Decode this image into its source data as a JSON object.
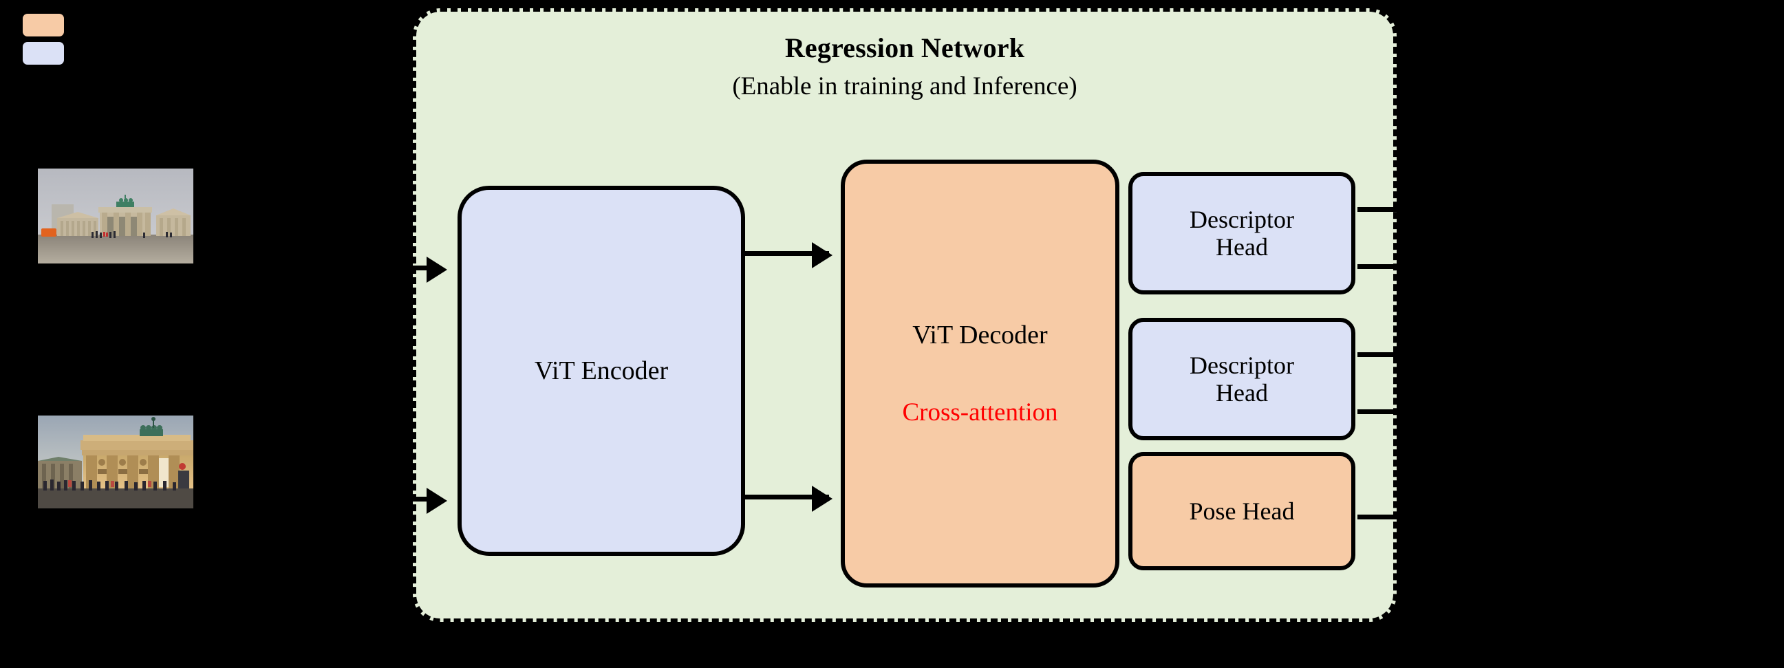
{
  "legend": {
    "items": [
      {
        "name": "orange-swatch",
        "color": "#f7cba6",
        "label": ""
      },
      {
        "name": "blue-swatch",
        "color": "#dbe1f6",
        "label": ""
      }
    ]
  },
  "inputs": {
    "thumbnails": [
      {
        "name": "brandenburg-gate-daytime",
        "alt": "Brandenburg Gate photographed in overcast daylight"
      },
      {
        "name": "brandenburg-gate-dusk",
        "alt": "Brandenburg Gate photographed at dusk with crowds"
      }
    ]
  },
  "panel": {
    "title": "Regression Network",
    "subtitle": "(Enable in training and Inference)",
    "background": "#e4efd9",
    "border_color": "#000000",
    "border_style": "dashed"
  },
  "nodes": {
    "encoder": {
      "label": "ViT Encoder",
      "color": "#dbe1f6"
    },
    "decoder": {
      "label": "ViT Decoder",
      "annotation": "Cross-attention",
      "annotation_color": "#ff0000",
      "color": "#f7cba6"
    },
    "heads": [
      {
        "label": "Descriptor\nHead",
        "line1": "Descriptor",
        "line2": "Head",
        "color": "#dbe1f6"
      },
      {
        "label": "Descriptor\nHead",
        "line1": "Descriptor",
        "line2": "Head",
        "color": "#dbe1f6"
      },
      {
        "label": "Pose Head",
        "line1": "Pose Head",
        "line2": "",
        "color": "#f7cba6"
      }
    ]
  },
  "connectors": {
    "inputs": [
      {
        "name": "input-arrow-top"
      },
      {
        "name": "input-arrow-bottom"
      }
    ],
    "encoder_to_decoder": [
      {
        "name": "encoder-decoder-arrow-top"
      },
      {
        "name": "encoder-decoder-arrow-bottom"
      }
    ],
    "outputs": [
      {
        "name": "output-line-1"
      },
      {
        "name": "output-line-2"
      },
      {
        "name": "output-line-3"
      },
      {
        "name": "output-line-4"
      },
      {
        "name": "output-line-5"
      }
    ]
  }
}
